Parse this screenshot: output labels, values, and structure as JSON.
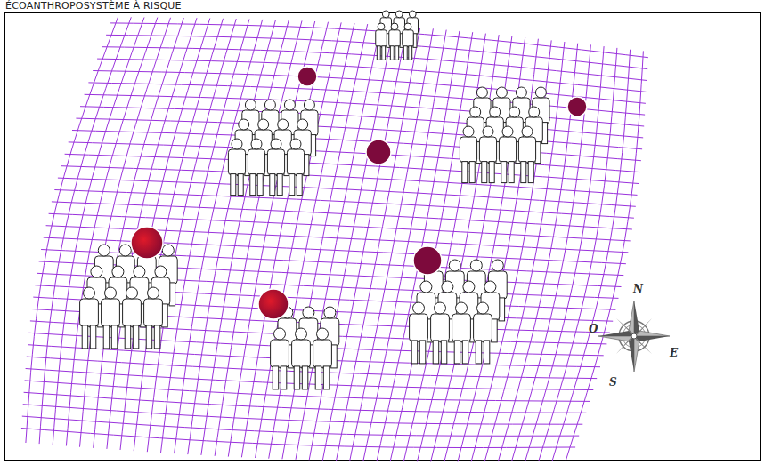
{
  "diagram": {
    "title": "ÉCOANTHROPOSYSTÈME À RISQUE",
    "labels": [
      "N",
      "E",
      "S",
      "O"
    ]
  }
}
